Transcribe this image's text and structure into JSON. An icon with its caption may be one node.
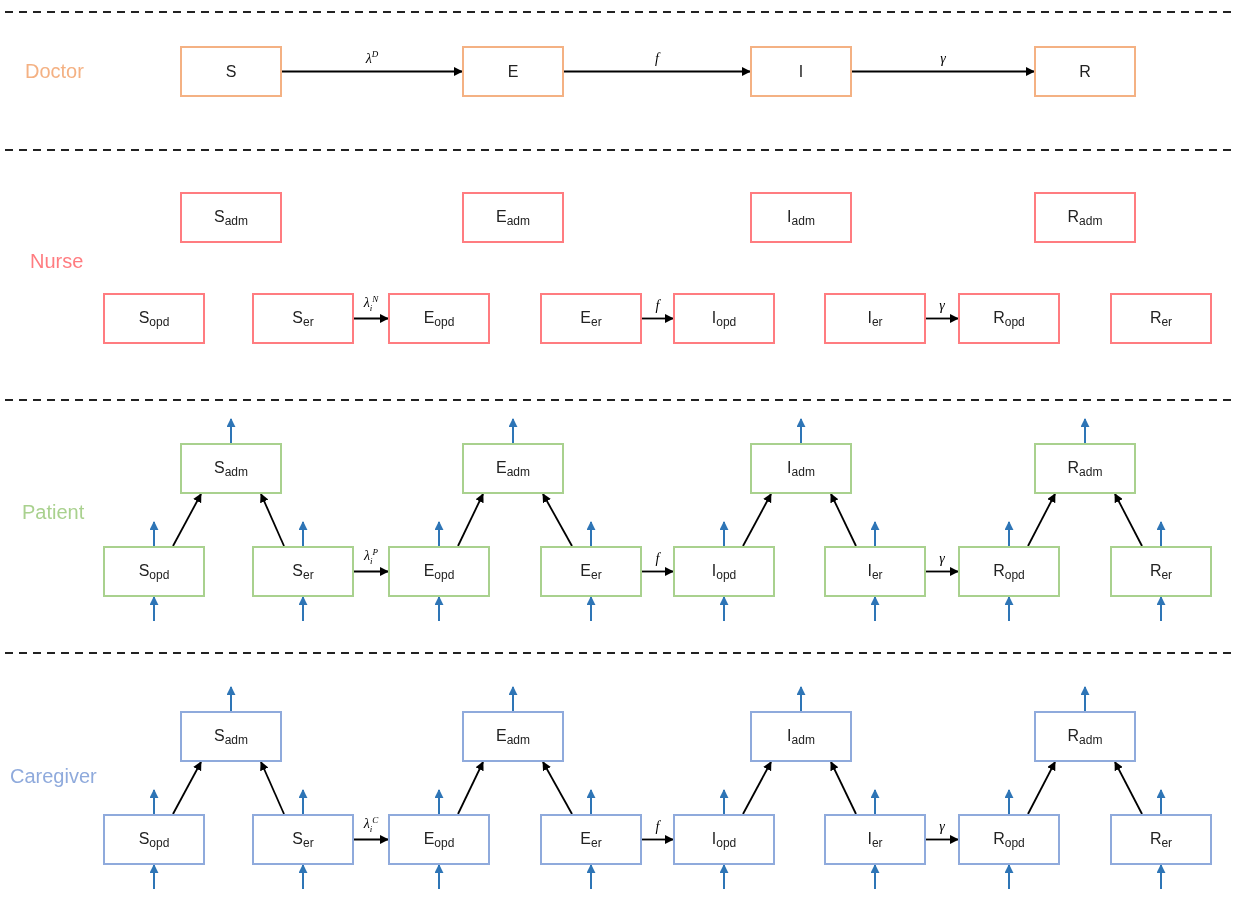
{
  "diagram": {
    "nodes": [
      {
        "text": [
          "S"
        ]
      },
      {
        "text": [
          "E"
        ]
      },
      {
        "text": [
          "I"
        ]
      },
      {
        "text": [
          "R"
        ]
      },
      {
        "text": [
          "S$_{adm}$"
        ]
      },
      {
        "text": [
          "E$_{adm}$"
        ]
      },
      {
        "text": [
          "I$_{adm}$"
        ]
      },
      {
        "text": [
          "R$_{adm}$"
        ]
      },
      {
        "text": [
          "S$_{opd}$"
        ]
      },
      {
        "text": [
          "S$_{er}$"
        ]
      },
      {
        "text": [
          "E$_{opd}$"
        ]
      },
      {
        "text": [
          "E$_{er}$"
        ]
      },
      {
        "text": [
          "I$_{opd}$"
        ]
      },
      {
        "text": [
          "I$_{er}$"
        ]
      },
      {
        "text": [
          "R$_{opd}$"
        ]
      },
      {
        "text": [
          "R$_{er}$"
        ]
      },
      {
        "text": [
          "S$_{adm}$"
        ]
      },
      {
        "text": [
          "E$_{adm}$"
        ]
      },
      {
        "text": [
          "I$_{adm}$"
        ]
      },
      {
        "text": [
          "R$_{adm}$"
        ]
      },
      {
        "text": [
          "S$_{opd}$"
        ]
      },
      {
        "text": [
          "S$_{er}$"
        ]
      },
      {
        "text": [
          "E$_{opd}$"
        ]
      },
      {
        "text": [
          "E$_{er}$"
        ]
      },
      {
        "text": [
          "I$_{opd}$"
        ]
      },
      {
        "text": [
          "I$_{er}$"
        ]
      },
      {
        "text": [
          "R$_{opd}$"
        ]
      },
      {
        "text": [
          "R$_{er}$"
        ]
      },
      {
        "text": [
          "S$_{adm}$"
        ]
      },
      {
        "text": [
          "E$_{adm}$"
        ]
      },
      {
        "text": [
          "I$_{adm}$"
        ]
      },
      {
        "text": [
          "R$_{adm}$"
        ]
      },
      {
        "text": [
          "S$_{opd}$"
        ]
      },
      {
        "text": [
          "S$_{er}$"
        ]
      },
      {
        "text": [
          "E$_{opd}$"
        ]
      },
      {
        "text": [
          "E$_{er}$"
        ]
      },
      {
        "text": [
          "I$_{opd}$"
        ]
      },
      {
        "text": [
          "I$_{er}$"
        ]
      },
      {
        "text": [
          "R$_{opd}$"
        ]
      },
      {
        "text": [
          "R$_{er}$"
        ]
      }
    ],
    "edges": [
      {
        "from": 0,
        "to": 1,
        "arrow": "to",
        "label": "λ$^{D}$",
        "color": "#000000"
      },
      {
        "from": 1,
        "to": 2,
        "arrow": "to",
        "label": "f",
        "color": "#000000"
      },
      {
        "from": 2,
        "to": 3,
        "arrow": "to",
        "label": "γ",
        "color": "#000000"
      },
      {
        "from": 9,
        "to": 10,
        "arrow": "to",
        "label": "λ$_{i}$$^{N}$",
        "color": "#000000"
      },
      {
        "from": 11,
        "to": 12,
        "arrow": "to",
        "label": "f",
        "color": "#000000"
      },
      {
        "from": 13,
        "to": 14,
        "arrow": "to",
        "label": "γ",
        "color": "#000000"
      },
      {
        "from": 21,
        "to": 22,
        "arrow": "to",
        "label": "λ$_{i}$$^{P}$",
        "color": "#000000"
      },
      {
        "from": 23,
        "to": 24,
        "arrow": "to",
        "label": "f",
        "color": "#000000"
      },
      {
        "from": 25,
        "to": 26,
        "arrow": "to",
        "label": "γ",
        "color": "#000000"
      },
      {
        "from": 20,
        "to": 16,
        "arrow": "to",
        "color": "#000000"
      },
      {
        "from": 21,
        "to": 16,
        "arrow": "to",
        "color": "#000000"
      },
      {
        "from": 16,
        "to": null,
        "arrow": "to"
      },
      {
        "from": 20,
        "to": null,
        "arrow": "to"
      },
      {
        "from": 21,
        "to": null,
        "arrow": "to"
      },
      {
        "from": null,
        "to": 20,
        "arrow": "to"
      },
      {
        "from": null,
        "to": 21,
        "arrow": "to"
      },
      {
        "from": 22,
        "to": 17,
        "arrow": "to",
        "color": "#000000"
      },
      {
        "from": 23,
        "to": 17,
        "arrow": "to",
        "color": "#000000"
      },
      {
        "from": 17,
        "to": null,
        "arrow": "to"
      },
      {
        "from": 22,
        "to": null,
        "arrow": "to"
      },
      {
        "from": 23,
        "to": null,
        "arrow": "to"
      },
      {
        "from": null,
        "to": 22,
        "arrow": "to"
      },
      {
        "from": null,
        "to": 23,
        "arrow": "to"
      },
      {
        "from": 24,
        "to": 18,
        "arrow": "to",
        "color": "#000000"
      },
      {
        "from": 25,
        "to": 18,
        "arrow": "to",
        "color": "#000000"
      },
      {
        "from": 18,
        "to": null,
        "arrow": "to"
      },
      {
        "from": 24,
        "to": null,
        "arrow": "to"
      },
      {
        "from": 25,
        "to": null,
        "arrow": "to"
      },
      {
        "from": null,
        "to": 24,
        "arrow": "to"
      },
      {
        "from": null,
        "to": 25,
        "arrow": "to"
      },
      {
        "from": 26,
        "to": 19,
        "arrow": "to",
        "color": "#000000"
      },
      {
        "from": 27,
        "to": 19,
        "arrow": "to",
        "color": "#000000"
      },
      {
        "from": 19,
        "to": null,
        "arrow": "to"
      },
      {
        "from": 26,
        "to": null,
        "arrow": "to"
      },
      {
        "from": 27,
        "to": null,
        "arrow": "to"
      },
      {
        "from": null,
        "to": 26,
        "arrow": "to"
      },
      {
        "from": null,
        "to": 27,
        "arrow": "to"
      },
      {
        "from": 33,
        "to": 34,
        "arrow": "to",
        "label": "λ$_{i}$$^{C}$",
        "color": "#000000"
      },
      {
        "from": 35,
        "to": 36,
        "arrow": "to",
        "label": "f",
        "color": "#000000"
      },
      {
        "from": 37,
        "to": 38,
        "arrow": "to",
        "label": "γ",
        "color": "#000000"
      },
      {
        "from": 32,
        "to": 28,
        "arrow": "to",
        "color": "#000000"
      },
      {
        "from": 33,
        "to": 28,
        "arrow": "to",
        "color": "#000000"
      },
      {
        "from": 28,
        "to": null,
        "arrow": "to"
      },
      {
        "from": 32,
        "to": null,
        "arrow": "to"
      },
      {
        "from": 33,
        "to": null,
        "arrow": "to"
      },
      {
        "from": null,
        "to": 32,
        "arrow": "to"
      },
      {
        "from": null,
        "to": 33,
        "arrow": "to"
      },
      {
        "from": 34,
        "to": 29,
        "arrow": "to",
        "color": "#000000"
      },
      {
        "from": 35,
        "to": 29,
        "arrow": "to",
        "color": "#000000"
      },
      {
        "from": 29,
        "to": null,
        "arrow": "to"
      },
      {
        "from": 34,
        "to": null,
        "arrow": "to"
      },
      {
        "from": 35,
        "to": null,
        "arrow": "to"
      },
      {
        "from": null,
        "to": 34,
        "arrow": "to"
      },
      {
        "from": null,
        "to": 35,
        "arrow": "to"
      },
      {
        "from": 36,
        "to": 30,
        "arrow": "to",
        "color": "#000000"
      },
      {
        "from": 37,
        "to": 30,
        "arrow": "to",
        "color": "#000000"
      },
      {
        "from": 30,
        "to": null,
        "arrow": "to"
      },
      {
        "from": 36,
        "to": null,
        "arrow": "to"
      },
      {
        "from": 37,
        "to": null,
        "arrow": "to"
      },
      {
        "from": null,
        "to": 36,
        "arrow": "to"
      },
      {
        "from": null,
        "to": 37,
        "arrow": "to"
      },
      {
        "from": 38,
        "to": 31,
        "arrow": "to",
        "color": "#000000"
      },
      {
        "from": 39,
        "to": 31,
        "arrow": "to",
        "color": "#000000"
      },
      {
        "from": 31,
        "to": null,
        "arrow": "to"
      },
      {
        "from": 38,
        "to": null,
        "arrow": "to"
      },
      {
        "from": 39,
        "to": null,
        "arrow": "to"
      },
      {
        "from": null,
        "to": 38,
        "arrow": "to"
      },
      {
        "from": null,
        "to": 39,
        "arrow": "to"
      }
    ],
    "labels": [
      "Doctor",
      "Nurse",
      "Patient",
      "Caregiver"
    ]
  }
}
